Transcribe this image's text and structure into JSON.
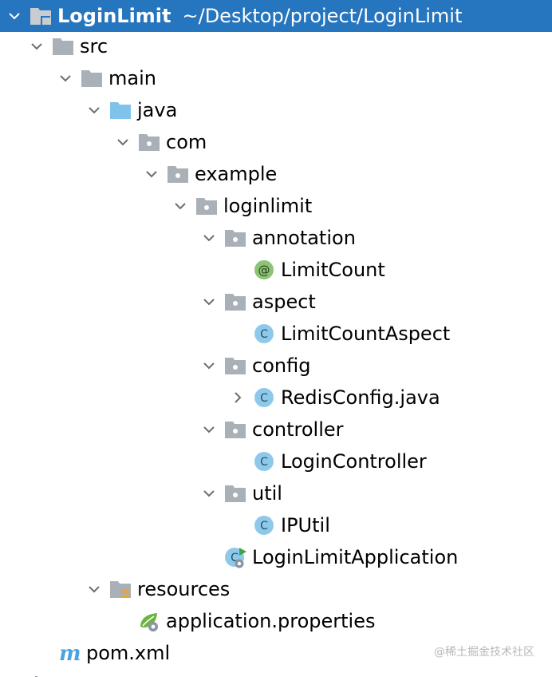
{
  "project": {
    "name": "LoginLimit",
    "path": "~/Desktop/project/LoginLimit"
  },
  "tree": {
    "src": "src",
    "main": "main",
    "java": "java",
    "com": "com",
    "example": "example",
    "loginlimit": "loginlimit",
    "annotation": "annotation",
    "limit_count": "LimitCount",
    "aspect": "aspect",
    "limit_count_aspect": "LimitCountAspect",
    "config": "config",
    "redis_config": "RedisConfig.java",
    "controller": "controller",
    "login_controller": "LoginController",
    "util": "util",
    "ip_util": "IPUtil",
    "application_class": "LoginLimitApplication",
    "resources": "resources",
    "application_properties": "application.properties",
    "pom": "pom.xml"
  },
  "watermark": "@稀土掘金技术社区",
  "colors": {
    "selection": "#2675bf",
    "folder": "#a9b0b7",
    "source_folder": "#7fc3ec",
    "class_icon": "#8fc9ea",
    "annotation_icon": "#8cc476",
    "maven": "#4aa3df"
  }
}
